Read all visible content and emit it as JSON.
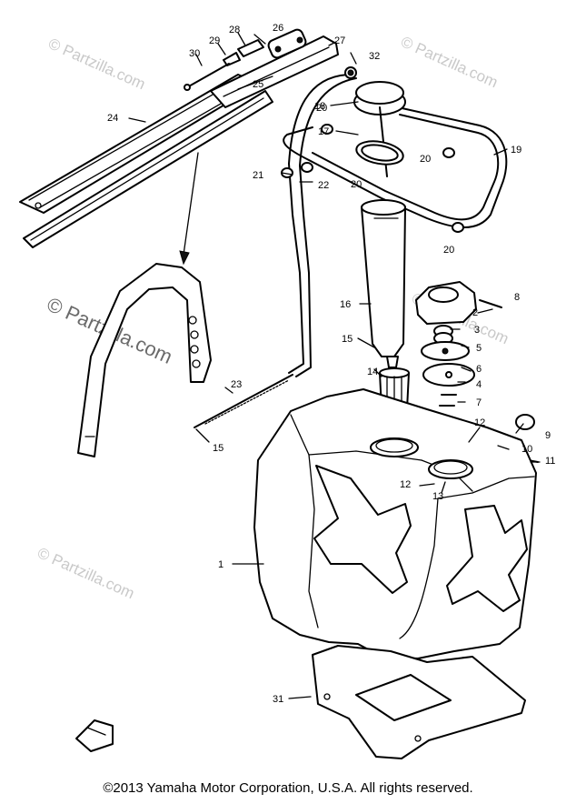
{
  "watermark": {
    "text": "© Partzilla.com",
    "color": "#c9c9c9"
  },
  "callouts": [
    "1",
    "2",
    "3",
    "4",
    "5",
    "6",
    "7",
    "8",
    "9",
    "10",
    "11",
    "12",
    "12",
    "13",
    "14",
    "15",
    "15",
    "16",
    "17",
    "18",
    "19",
    "20",
    "20",
    "20",
    "20",
    "21",
    "22",
    "23",
    "24",
    "25",
    "26",
    "27",
    "28",
    "29",
    "30",
    "31",
    "32"
  ],
  "copyright": "©2013 Yamaha Motor Corporation, U.S.A. All rights reserved."
}
